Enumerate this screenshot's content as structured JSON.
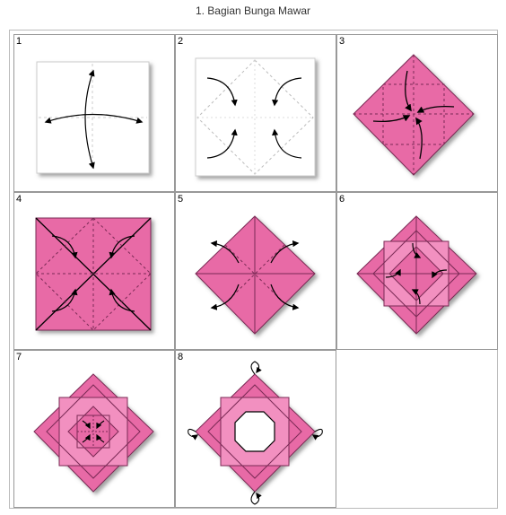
{
  "title": "1. Bagian Bunga Mawar",
  "steps": [
    "1",
    "2",
    "3",
    "4",
    "5",
    "6",
    "7",
    "8"
  ],
  "colors": {
    "paper": "#e86aa6",
    "paper_light": "#f290c0",
    "crease": "#7a2a55"
  }
}
